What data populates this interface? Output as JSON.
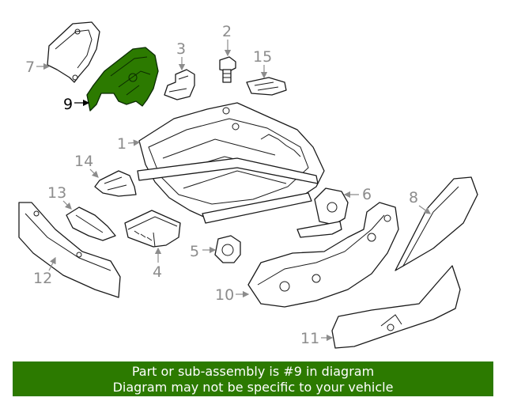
{
  "diagram": {
    "highlight_color": "#2c7a00",
    "highlighted_callout": "9",
    "callouts": {
      "c1": "1",
      "c2": "2",
      "c3": "3",
      "c4": "4",
      "c5": "5",
      "c6": "6",
      "c7": "7",
      "c8": "8",
      "c9": "9",
      "c10": "10",
      "c11": "11",
      "c12": "12",
      "c13": "13",
      "c14": "14",
      "c15": "15"
    }
  },
  "banner": {
    "line1": "Part or sub-assembly is #9 in diagram",
    "line2": "Diagram may not be specific to your vehicle",
    "background": "#2c7a00"
  }
}
